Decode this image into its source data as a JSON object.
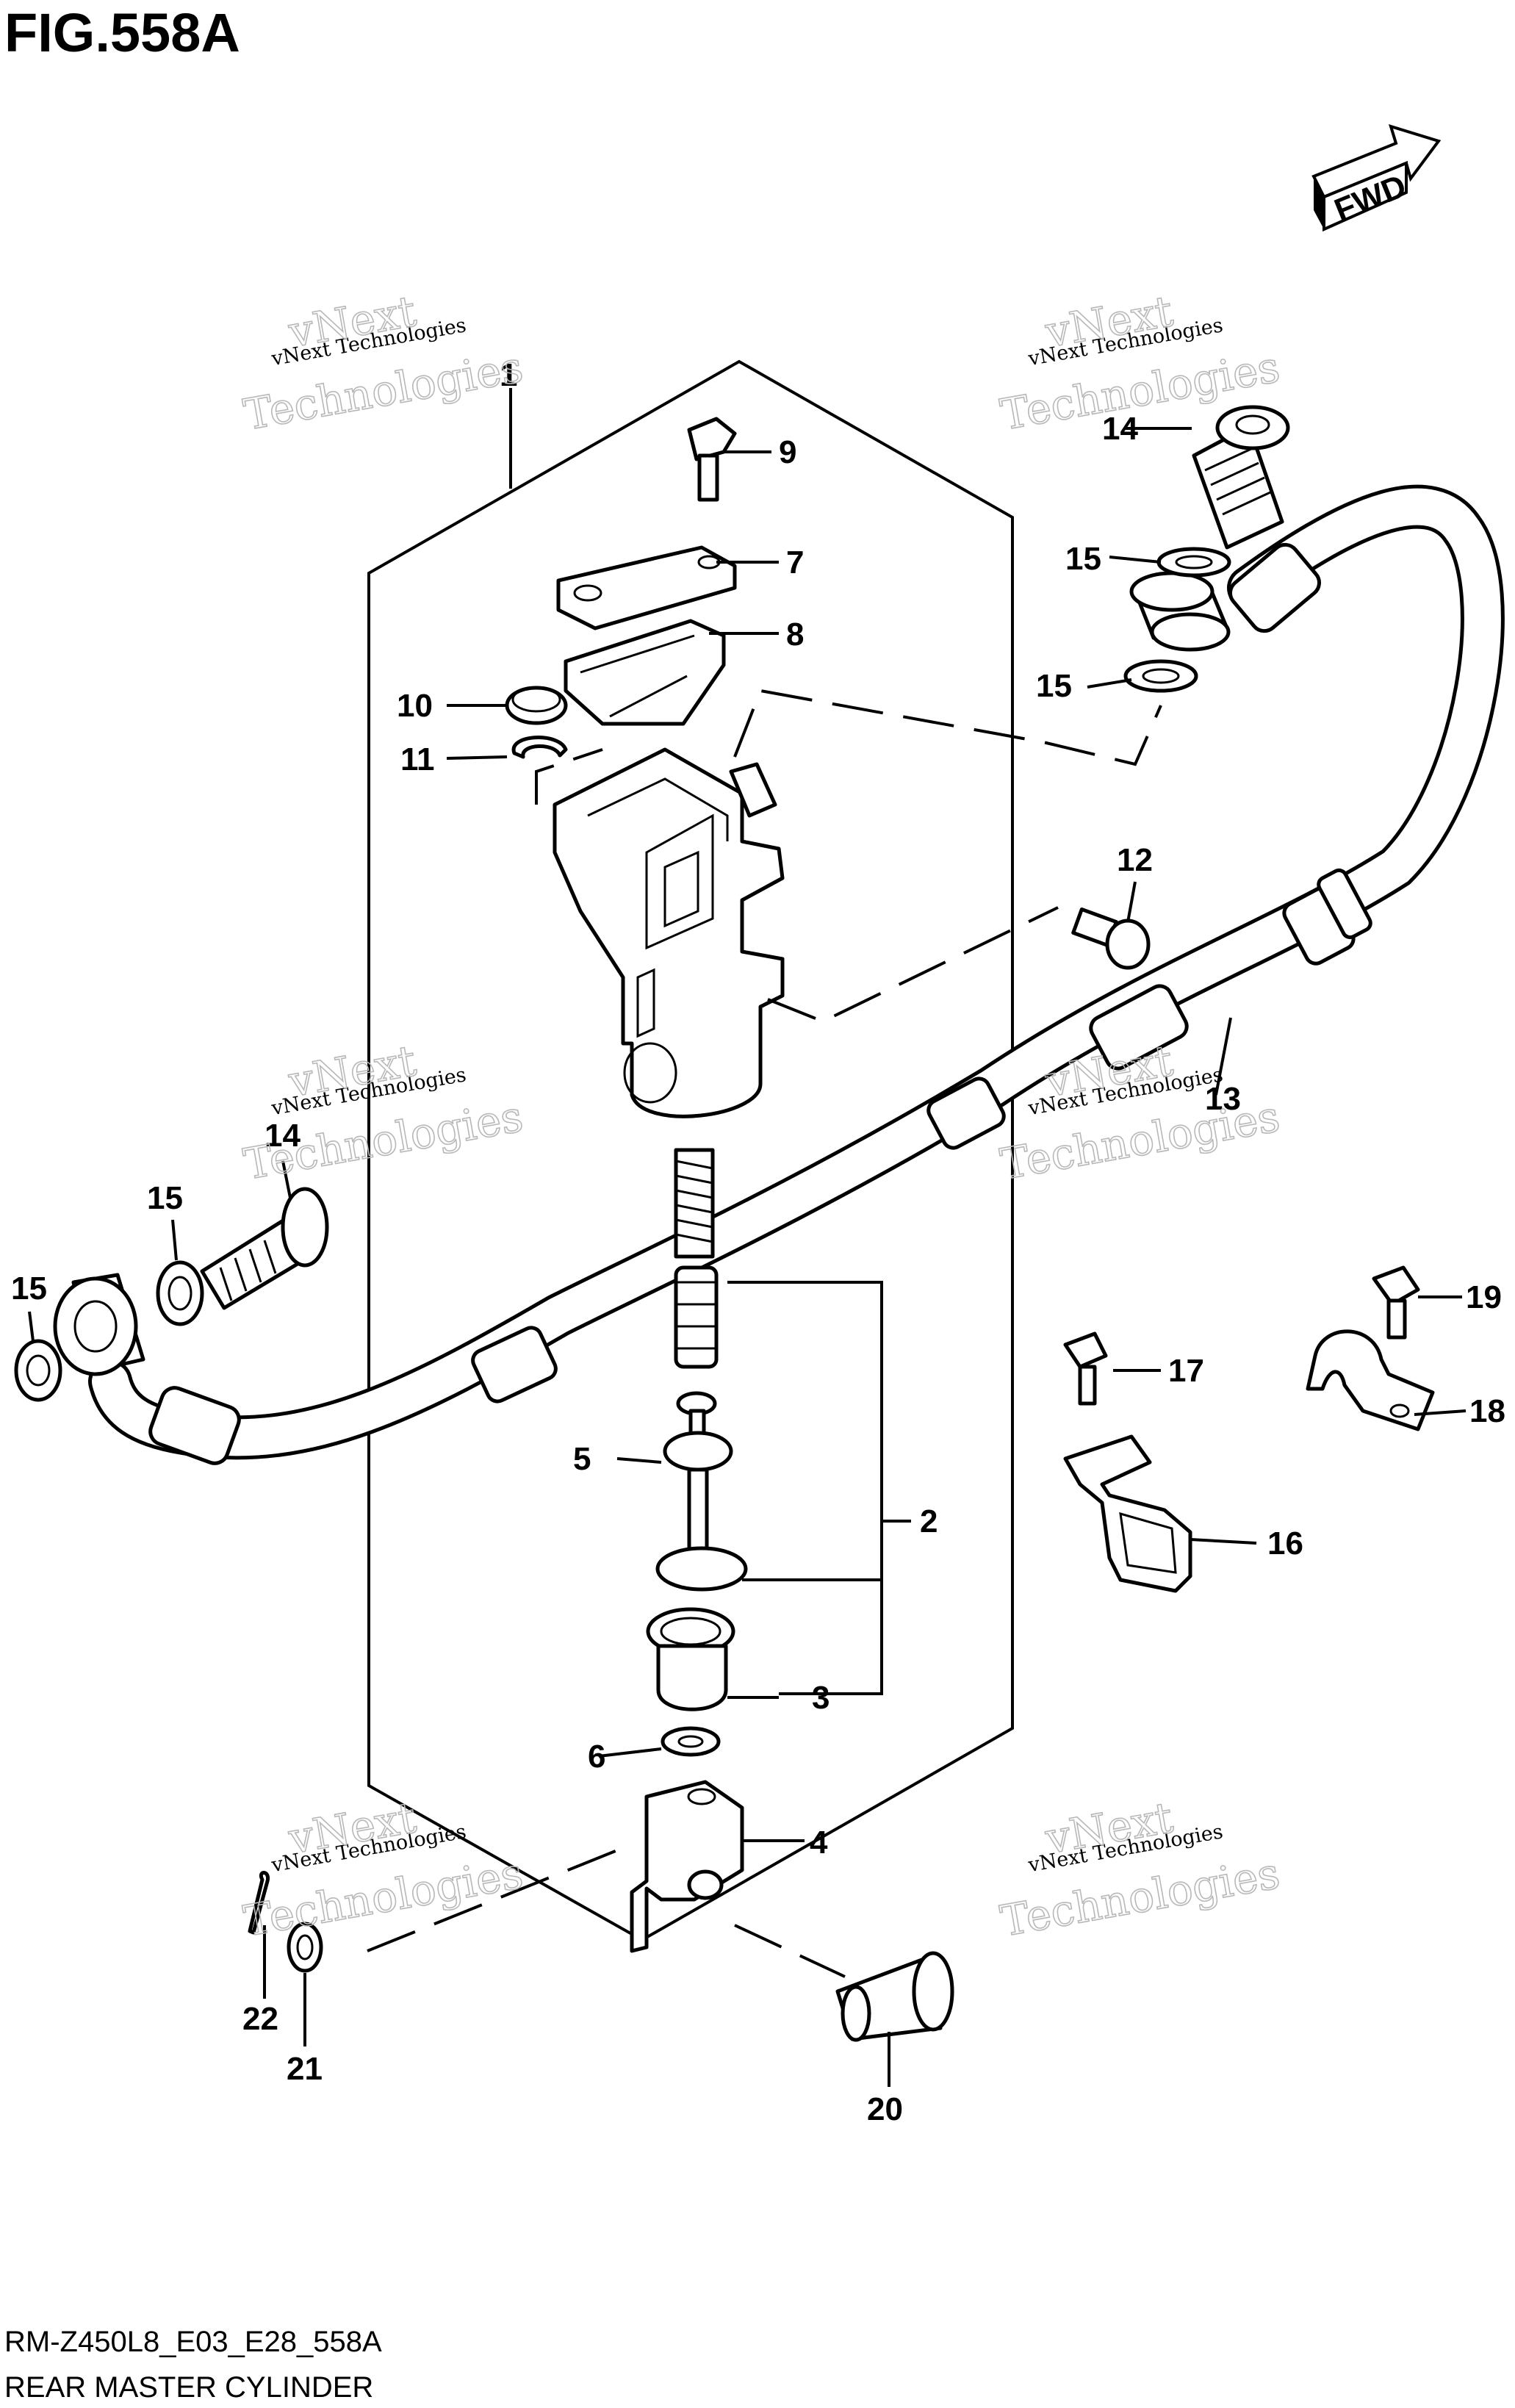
{
  "figure": {
    "title": "FIG.558A",
    "direction_label": "FWD",
    "drawing_code": "RM-Z450L8_E03_E28_558A",
    "drawing_name": "REAR MASTER CYLINDER"
  },
  "watermark": {
    "line1": "vNext Technologies",
    "line2": "vNext",
    "line3": "Technologies"
  },
  "callouts": {
    "c1": "1",
    "c2": "2",
    "c3": "3",
    "c4": "4",
    "c5": "5",
    "c6": "6",
    "c7": "7",
    "c8": "8",
    "c9": "9",
    "c10": "10",
    "c11": "11",
    "c12": "12",
    "c13": "13",
    "c14_top": "14",
    "c14_left": "14",
    "c15_top_a": "15",
    "c15_top_b": "15",
    "c15_left_a": "15",
    "c15_left_b": "15",
    "c16": "16",
    "c17": "17",
    "c18": "18",
    "c19": "19",
    "c20": "20",
    "c21": "21",
    "c22": "22"
  }
}
